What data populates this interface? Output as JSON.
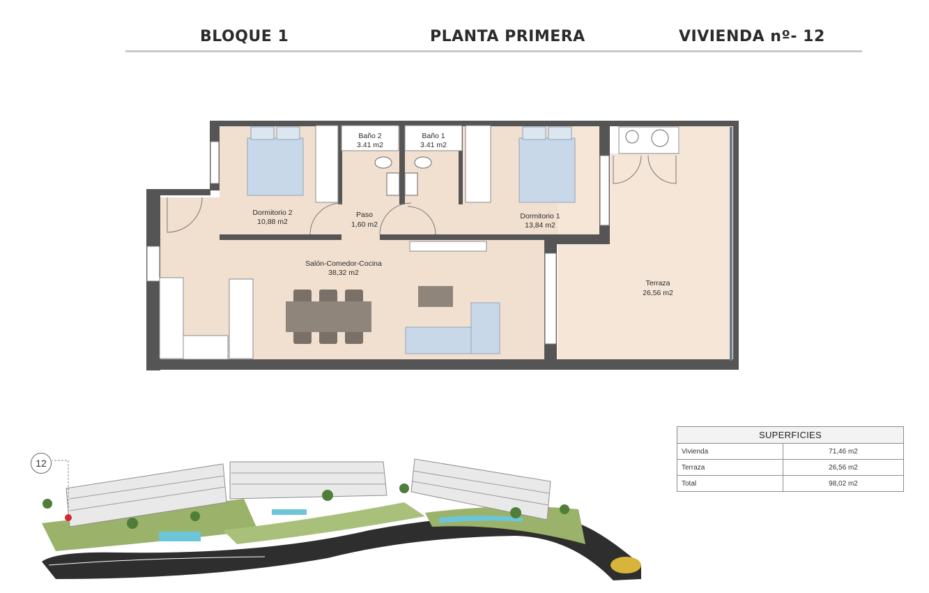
{
  "header": {
    "bloque": "BLOQUE 1",
    "planta": "PLANTA PRIMERA",
    "vivienda": "VIVIENDA nº- 12"
  },
  "floor_plan": {
    "rooms": [
      {
        "name": "Baño 2",
        "area": "3.41 m2"
      },
      {
        "name": "Baño 1",
        "area": "3.41 m2"
      },
      {
        "name": "Dormitorio 2",
        "area": "10,88 m2"
      },
      {
        "name": "Paso",
        "area": "1,60 m2"
      },
      {
        "name": "Dormitorio 1",
        "area": "13,84 m2"
      },
      {
        "name": "Salón-Comedor-Cocina",
        "area": "38,32 m2"
      },
      {
        "name": "Terraza",
        "area": "26,56 m2"
      }
    ]
  },
  "location_marker": "12",
  "superficies": {
    "title": "SUPERFICIES",
    "rows": [
      {
        "label": "Vivienda",
        "value": "71,46 m2"
      },
      {
        "label": "Terraza",
        "value": "26,56 m2"
      },
      {
        "label": "Total",
        "value": "98,02 m2"
      }
    ]
  },
  "colors": {
    "floor": "#f1e0d0",
    "wall": "#555555",
    "furniture": "#c9d8e8",
    "table": "#8f857b",
    "header_text": "#2b2b2b"
  }
}
